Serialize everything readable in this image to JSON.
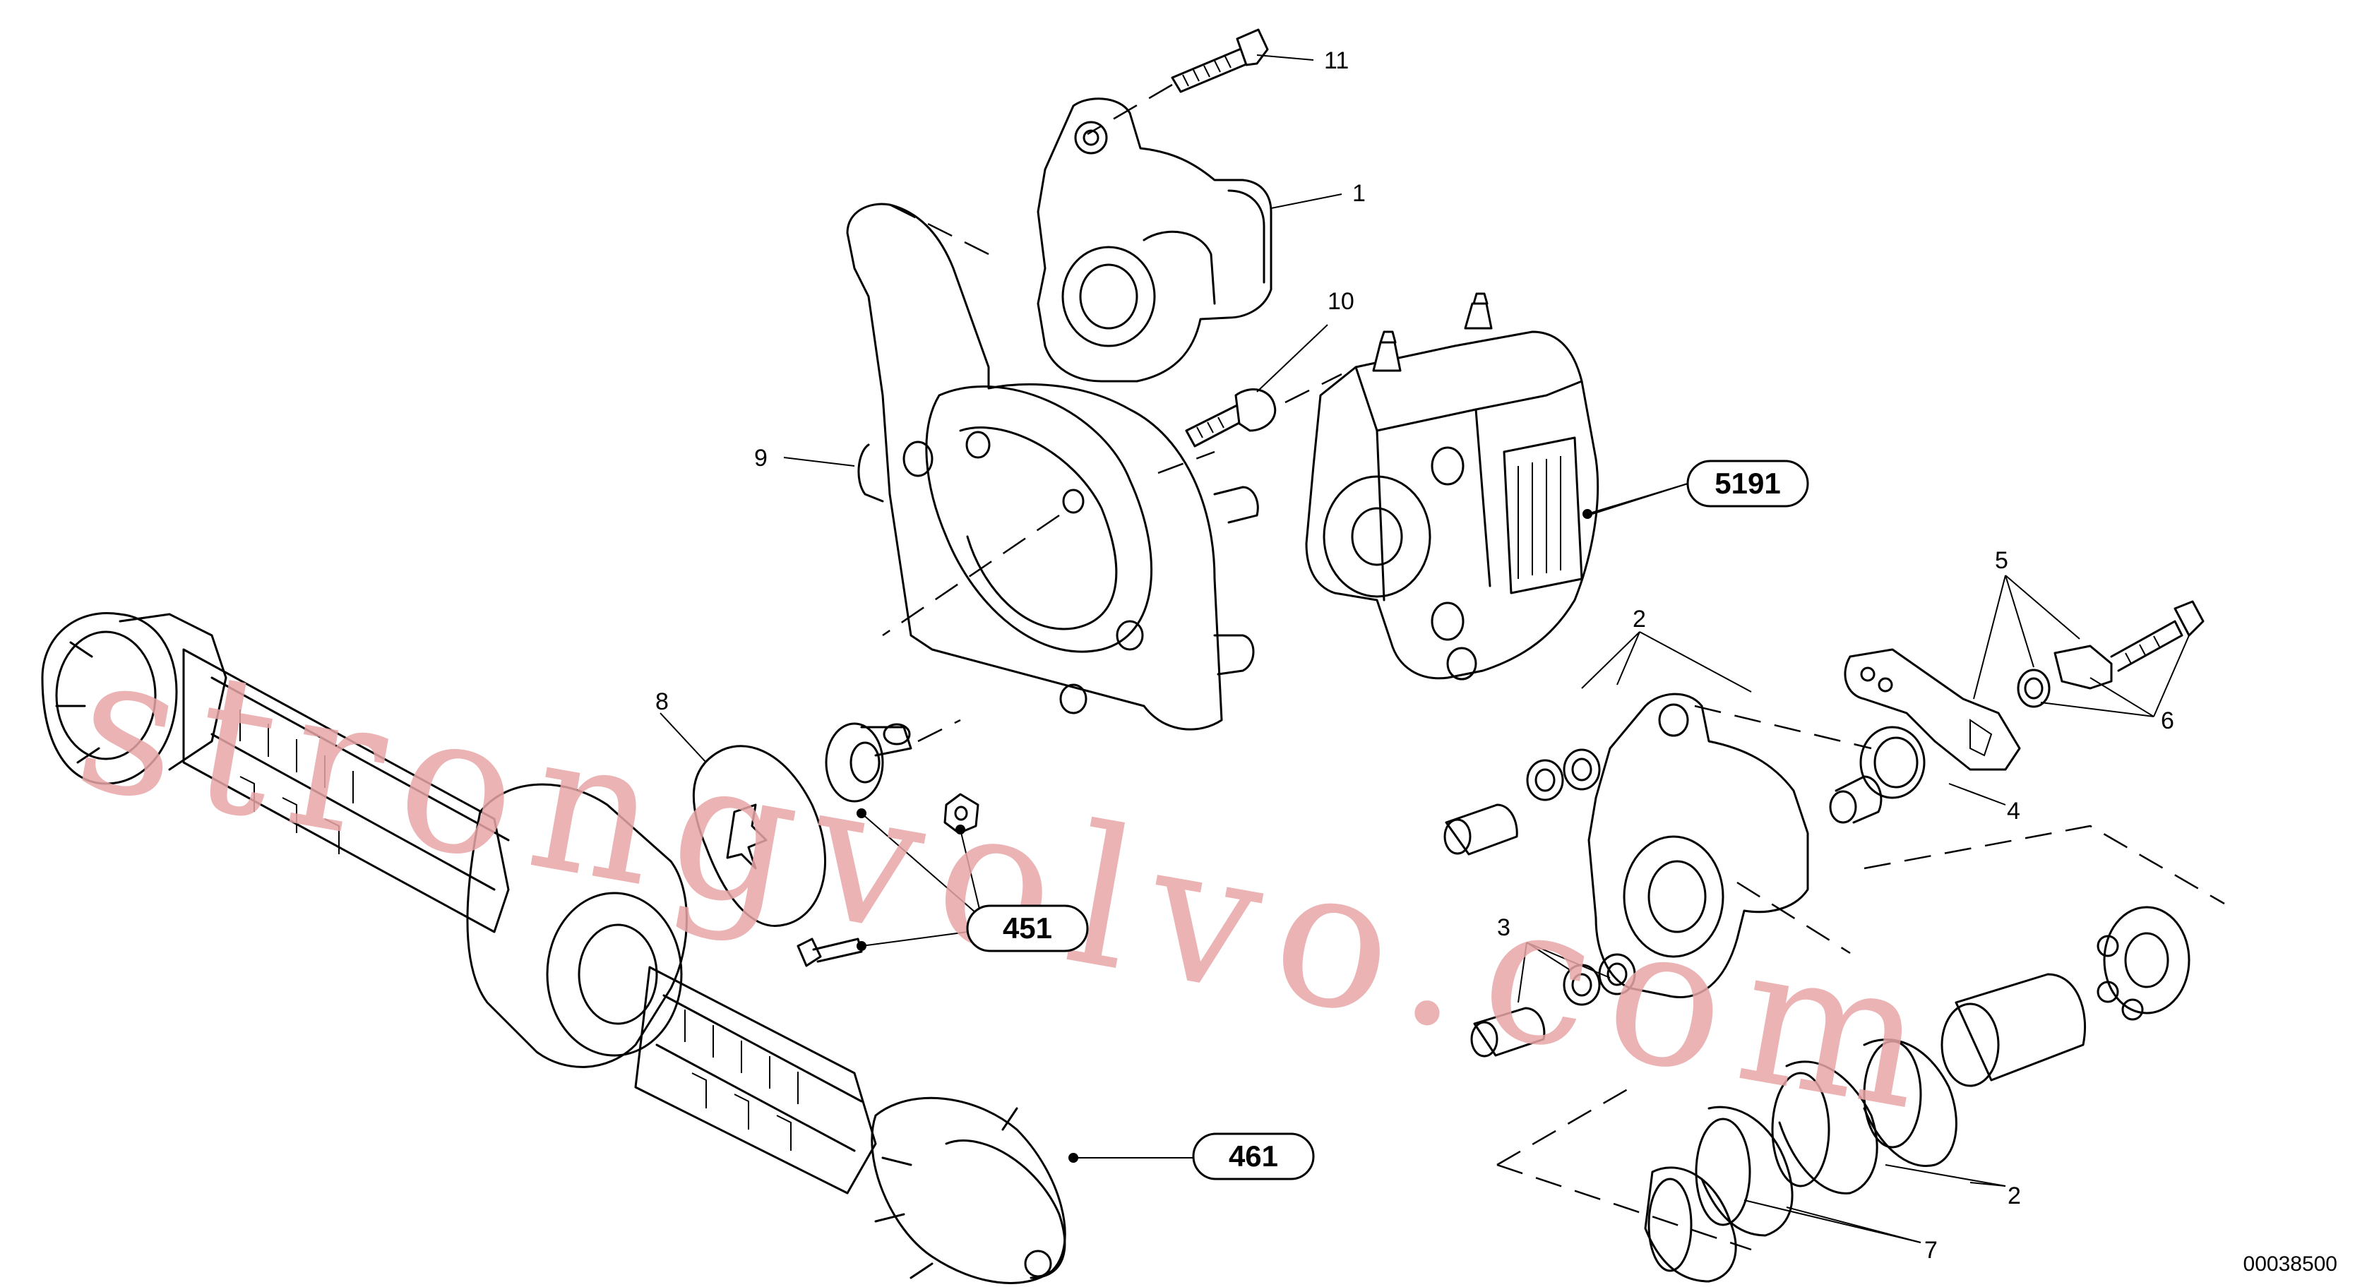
{
  "drawing": {
    "labels": {
      "part_1": "1",
      "part_2_upper": "2",
      "part_2_lower": "2",
      "part_3": "3",
      "part_4": "4",
      "part_5": "5",
      "part_6": "6",
      "part_7": "7",
      "part_8": "8",
      "part_9": "9",
      "part_10": "10",
      "part_11": "11"
    },
    "references": {
      "ref_5191": "5191",
      "ref_451": "451",
      "ref_461": "461"
    },
    "drawing_number": "00038500",
    "watermark": "strongvolvo.com"
  }
}
